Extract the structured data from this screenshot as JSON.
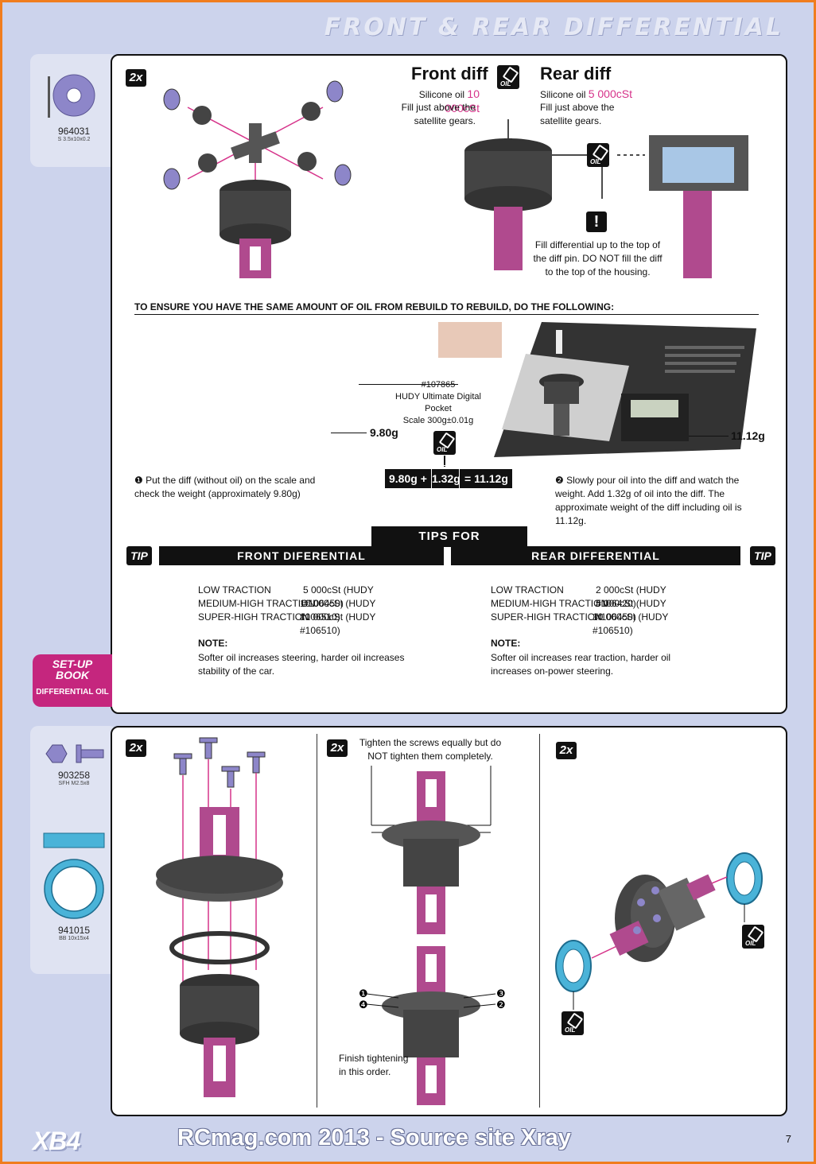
{
  "header": {
    "title": "FRONT & REAR DIFFERENTIAL"
  },
  "top_section": {
    "parts": [
      {
        "code": "964031",
        "spec": "S 3.5x10x0.2"
      }
    ],
    "qty_badge": "2x",
    "front_diff": {
      "title": "Front diff",
      "oil_prefix": "Silicone oil",
      "oil_value": "10 000cSt",
      "note": "Fill just above the satellite gears."
    },
    "rear_diff": {
      "title": "Rear diff",
      "oil_prefix": "Silicone oil",
      "oil_value": "5 000cSt",
      "note": "Fill just above the satellite gears."
    },
    "oil_icon_label": "OIL",
    "warning": "Fill differential up to the top of the diff pin. DO NOT fill the diff to the top of the housing.",
    "ensure_heading": "TO ENSURE YOU HAVE THE SAME AMOUNT OF OIL FROM REBUILD TO REBUILD, DO THE FOLLOWING:",
    "scale_code": "#107865",
    "scale_name": "HUDY Ultimate Digital Pocket",
    "scale_spec": "Scale 300g±0.01g",
    "weight_empty": "9.80g",
    "weight_full": "11.12g",
    "sum_a": "9.80g +",
    "sum_b": "1.32g",
    "sum_c": "= 11.12g",
    "step1": "❶ Put the diff (without oil) on the scale and check the weight (approximately 9.80g)",
    "step2": "❷ Slowly pour oil into the diff and watch the weight. Add 1.32g of oil into the diff. The approximate weight of the diff including oil is 11.12g.",
    "tips_title": "TIPS FOR DIFFERENTIALS",
    "tip_badge": "TIP",
    "front_title": "FRONT DIFERENTIAL",
    "rear_title": "REAR DIFFERENTIAL",
    "front_rows": [
      {
        "label": "LOW TRACTION",
        "value": "5 000cSt (HUDY #106450)"
      },
      {
        "label": "MEDIUM-HIGH TRACTION",
        "value": "10 000cSt (HUDY #106510)"
      },
      {
        "label": "SUPER-HIGH TRACTION",
        "value": "10 000cSt (HUDY #106510)"
      }
    ],
    "rear_rows": [
      {
        "label": "LOW TRACTION",
        "value": "2 000cSt (HUDY #106420)"
      },
      {
        "label": "MEDIUM-HIGH TRACTION",
        "value": "5 000cSt (HUDY #106450)"
      },
      {
        "label": "SUPER-HIGH TRACTION",
        "value": "10 000cSt (HUDY #106510)"
      }
    ],
    "note_label": "NOTE:",
    "front_note": "Softer oil increases steering, harder oil increases stability of the car.",
    "rear_note": "Softer oil increases rear traction, harder oil increases on-power steering.",
    "setup_book": {
      "line1": "SET-UP",
      "line2": "BOOK",
      "sub": "DIFFERENTIAL OIL"
    }
  },
  "bottom_section": {
    "parts": [
      {
        "code": "903258",
        "spec": "SFH M2.5x8"
      },
      {
        "code": "941015",
        "spec": "BB 10x15x4"
      }
    ],
    "qty_badge": "2x",
    "tighten_note": "Tighten the screws equally but do NOT tighten them completely.",
    "finish_note": "Finish tightening in this order.",
    "order_marks": [
      "❶",
      "❹",
      "❸",
      "❷"
    ],
    "oil_icon_label": "OIL"
  },
  "footer": {
    "brand": "XB4",
    "source": "RCmag.com 2013 - Source site Xray",
    "page": "7"
  },
  "colors": {
    "frame_border": "#f07d1e",
    "page_bg": "#ccd3ec",
    "accent_pink": "#d6338a",
    "bearing_blue": "#4ab3d8",
    "shim_purple": "#8d86c9"
  }
}
